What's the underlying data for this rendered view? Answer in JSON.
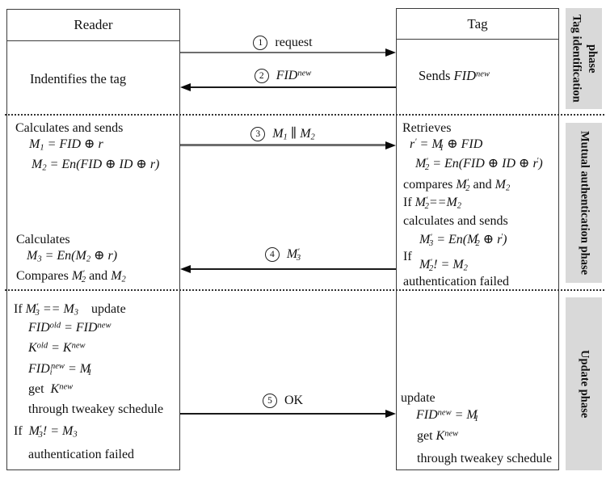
{
  "reader": {
    "title": "Reader",
    "identification": [
      "Indentifies the tag"
    ],
    "authentication": [
      "Calculates and sends",
      "$M_{1} = FID ⊕ r$",
      "$M_{2} = En(FID ⊕ ID ⊕ r)$",
      "Calculates",
      "$M_{3} = En(M_{2} ⊕ r)$",
      "Compares $M^{′}_{2}$ and $M_{2}$"
    ],
    "update": [
      "If $M^{′}_{3} == M_{3}$  update",
      "$FID^{old} = FID^{new}$",
      "$K^{old} = K^{new}$",
      "$FID_{i}^{new} = M_{1}$",
      "get $K^{new}$",
      "through tweakey schedule",
      "If $M^{′}_{3}! = M_{3}$",
      "authentication failed"
    ]
  },
  "tag": {
    "title": "Tag",
    "identification": [
      "Sends $FID^{new}$"
    ],
    "authentication": [
      "Retrieves",
      "$r^{′} = M_{1} ⊕ FID$",
      "$M^{′}_{2} = En(FID ⊕ ID ⊕ r^{′})$",
      "compares $M^{′}_{2}$ and $M_{2}$",
      "If $M^{′}_{2}==M_{2}$",
      "calculates and sends",
      "$M^{′}_{3} = En(M^{′}_{2} ⊕ r^{′})$",
      "If",
      "$M^{′}_{2}! = M_{2}$",
      "authentication failed"
    ],
    "update": [
      "update",
      "$FID^{new} = M_{1}$",
      "get $K^{new}$",
      "through tweakey schedule"
    ]
  },
  "messages": [
    {
      "number": "1",
      "label": "request"
    },
    {
      "number": "2",
      "label": "$FID^{new}$"
    },
    {
      "number": "3",
      "label": "$M_{1} ∥ M_{2}$"
    },
    {
      "number": "4",
      "label": "$M^{′}_{3}$"
    },
    {
      "number": "5",
      "label": "OK"
    }
  ],
  "phases": [
    {
      "label": "Tag identification phase"
    },
    {
      "label": "Mutual authentication phase"
    },
    {
      "label": "Update phase"
    }
  ],
  "colors": {
    "phase_strip_bg": "#d9d9d9",
    "box_border": "#3c3c3c",
    "arrow_gray": "#6e6e6e",
    "arrow_black": "#1a1a1a"
  }
}
